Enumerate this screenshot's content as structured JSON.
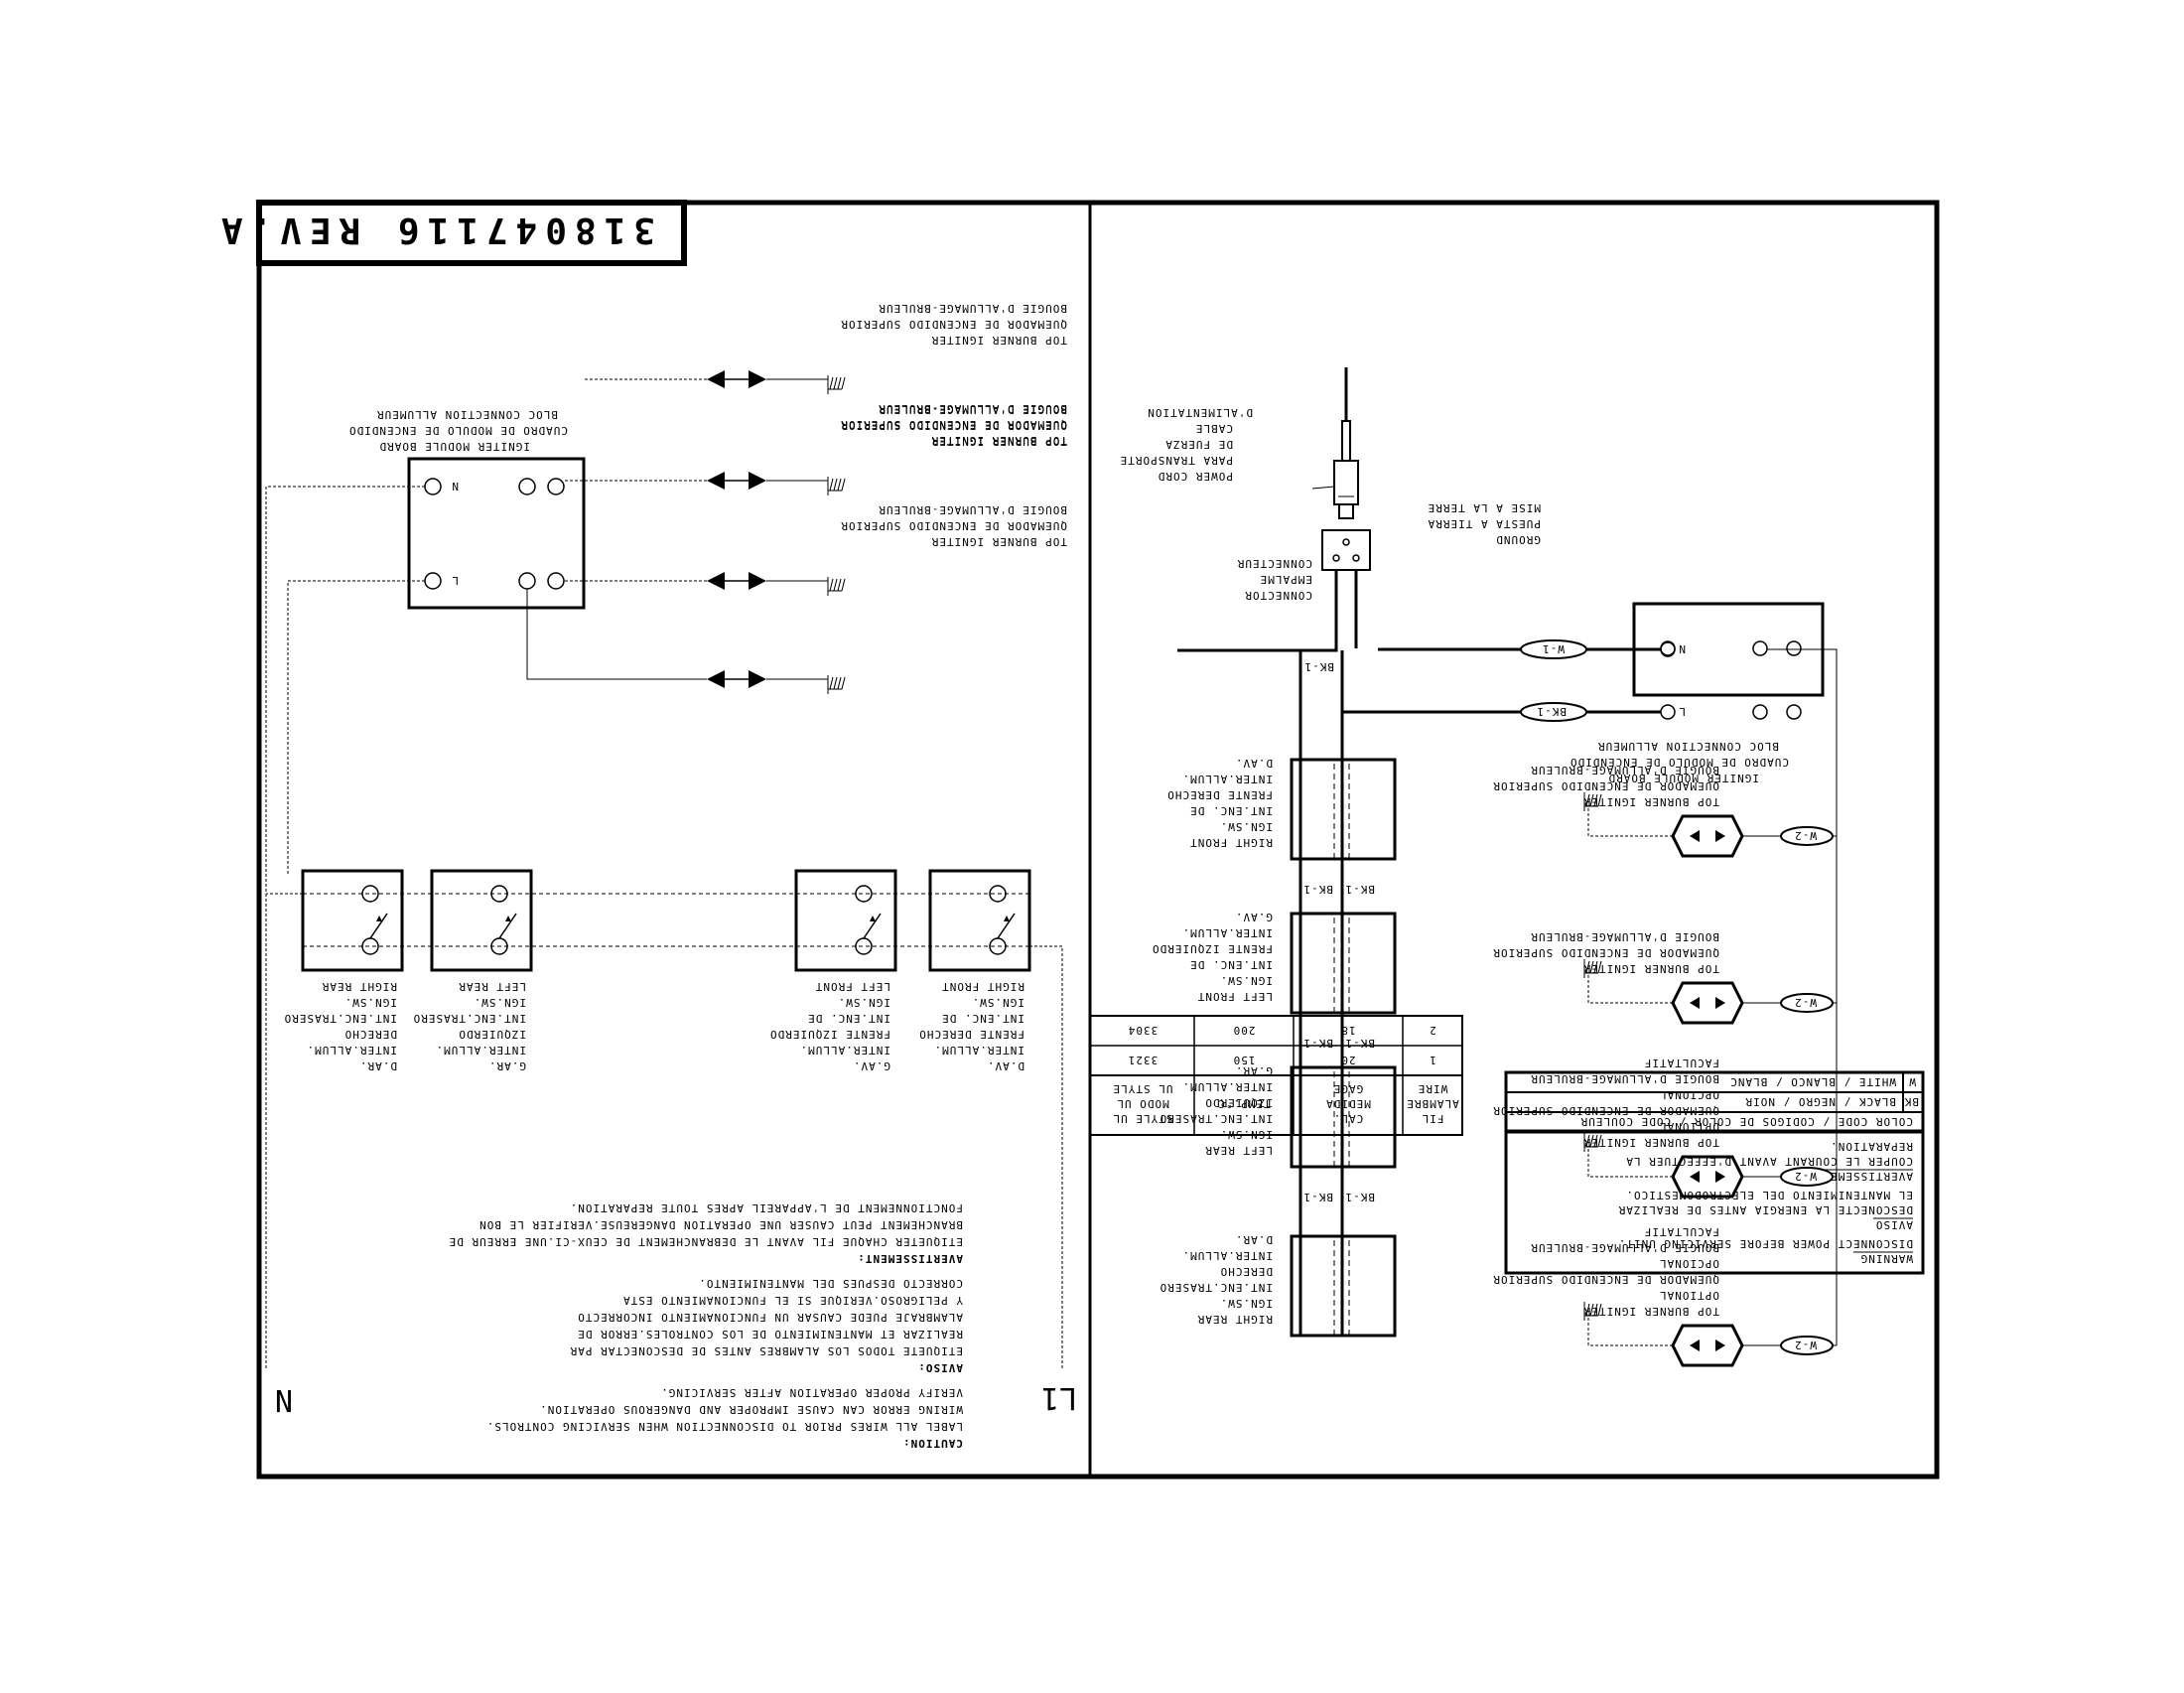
{
  "doc_number": "318047116 REV.A",
  "warning_box": {
    "warning": "WARNING",
    "warning_text": "DISCONNECT POWER BEFORE SERVICING UNIT.",
    "aviso": "AVISO",
    "aviso_lines": [
      "DESCONECTE LA ENERGIA ANTES DE REALIZAR",
      "EL MANTENIMIENTO DEL ELECTRODOMESTICO."
    ],
    "avert": "AVERTISSEMENT",
    "avert_lines": [
      "COUPER LE COURANT AVANT D'EFFECTUER LA",
      "REPARATION."
    ]
  },
  "color_codes": {
    "header": "COLOR CODE / CODIGOS DE COLOR / CODE COULEUR",
    "rows": [
      {
        "code": "BK",
        "desc": "BLACK  /  NEGRO / NOIR"
      },
      {
        "code": "W",
        "desc": "WHITE / BLANCO / BLANC"
      }
    ]
  },
  "wire_table": {
    "headers": [
      [
        "FIL",
        "ALAMBRE",
        "WIRE"
      ],
      [
        "CAL.",
        "MEDIDA",
        "GAGE"
      ],
      [
        "TEMP.°C"
      ],
      [
        "STYLE UL",
        "MODO UL",
        "UL STYLE"
      ]
    ],
    "rows": [
      [
        "1",
        "20",
        "150",
        "3321"
      ],
      [
        "2",
        "18",
        "200",
        "3304"
      ]
    ]
  },
  "right_panel": {
    "power_cord": [
      "POWER CORD",
      "PARA TRANSPORTE",
      "DE FUERZA",
      "CABLE",
      "D'ALIMENTATION"
    ],
    "ground": [
      "GROUND",
      "PUESTA A TIERRA",
      "MISE A LA TERRE"
    ],
    "connector": [
      "CONNECTOR",
      "EMPALME",
      "CONNECTEUR"
    ],
    "module": [
      "IGNITER MODULE BOARD",
      "CUADRO DE MODULO DE ENCENDIDO",
      "BLOC CONNECTION ALLUMEUR"
    ],
    "wire_labels": {
      "w1": "W-1",
      "bk1": "BK-1",
      "w2": "W-2"
    },
    "terminals": {
      "n": "N",
      "l": "L"
    },
    "switches": [
      [
        "RIGHT FRONT",
        "IGN.SW.",
        "INT.ENC. DE",
        "FRENTE DERECHO",
        "INTER.ALLUM.",
        "D.AV."
      ],
      [
        "LEFT FRONT",
        "IGN.SW.",
        "INT.ENC. DE",
        "FRENTE IZQUIERDO",
        "INTER.ALLUM.",
        "G.AV."
      ],
      [
        "LEFT REAR",
        "IGN.SW.",
        "INT.ENC.TRASERO",
        "IZQUIERDO",
        "INTER.ALLUM.",
        "G.AR."
      ],
      [
        "RIGHT REAR",
        "IGN.SW.",
        "INT.ENC.TRASERO",
        "DERECHO",
        "INTER.ALLUM.",
        "D.AR."
      ]
    ],
    "igniters": [
      [
        "TOP BURNER IGNITER",
        "QUEMADOR DE ENCENDIDO SUPERIOR",
        "BOUGIE D'ALLUMAGE-BRULEUR"
      ],
      [
        "TOP BURNER IGNITER",
        "QUEMADOR DE ENCENDIDO SUPERIOR",
        "BOUGIE D'ALLUMAGE-BRULEUR"
      ],
      [
        "TOP BURNER IGNITER",
        "OPTIONAL",
        "QUEMADOR DE ENCENDIDO SUPERIOR",
        "OPCIONAL",
        "BOUGIE D'ALLUMAGE-BRULEUR",
        "FACULTATIF"
      ],
      [
        "TOP BURNER IGNITER",
        "OPTIONAL",
        "QUEMADOR DE ENCENDIDO SUPERIOR",
        "OPCIONAL",
        "BOUGIE D'ALLUMAGE-BRULEUR",
        "FACULTATIF"
      ]
    ]
  },
  "left_panel": {
    "module": [
      "IGNITER MODULE BOARD",
      "CUADRO DE MODULO DE ENCENDIDO",
      "BLOC CONNECTION ALLUMEUR"
    ],
    "igniter": [
      "TOP BURNER IGNITER",
      "QUEMADOR DE ENCENDIDO SUPERIOR",
      "BOUGIE D'ALLUMAGE-BRULEUR"
    ],
    "terminals": {
      "n": "N",
      "l": "L"
    },
    "line_labels": {
      "n": "N",
      "l1": "L1"
    },
    "switches": [
      [
        "RIGHT FRONT",
        "IGN.SW.",
        "INT.ENC. DE",
        "FRENTE DERECHO",
        "INTER.ALLUM.",
        "D.AV."
      ],
      [
        "LEFT FRONT",
        "IGN.SW.",
        "INT.ENC. DE",
        "FRENTE IZQUIERDO",
        "INTER.ALLUM.",
        "G.AV."
      ],
      [
        "LEFT REAR",
        "IGN.SW.",
        "INT.ENC.TRASERO",
        "IZQUIERDO",
        "INTER.ALLUM.",
        "G.AR."
      ],
      [
        "RIGHT REAR",
        "IGN.SW.",
        "INT.ENC.TRASERO",
        "DERECHO",
        "INTER.ALLUM.",
        "D.AR."
      ]
    ],
    "caution": {
      "title": "CAUTION:",
      "lines": [
        "LABEL ALL WIRES PRIOR TO DISCONNECTION WHEN SERVICING CONTROLS.",
        "WIRING ERROR CAN CAUSE IMPROPER AND DANGEROUS OPERATION.",
        "VERIFY PROPER OPERATION AFTER SERVICING."
      ]
    },
    "aviso": {
      "title": "AVISO:",
      "lines": [
        "ETIQUETE TODOS LOS ALAMBRES ANTES DE DESCONECTAR PAR",
        "REALIZAR ET MANTENIMIENTO DE LOS CONTROLES.ERROR DE",
        "ALAMBRAJE PUEDE CAUSAR UN FUNCIONAMIENTO INCORRECTO",
        "Y PELIGROSO.VERIQUE SI EL FUNCIONAMIENTO ESTA",
        "CORRECTO DESPUES DEL MANTENIMIENTO."
      ]
    },
    "avert": {
      "title": "AVERTISSEMENT:",
      "lines": [
        "ETIQUETER CHAQUE FIL AVANT LE DEBRANCHEMENT DE CEUX-CI.UNE ERREUR DE",
        "BRANCHEMENT PEUT CAUSER UNE OPERATION DANGEREUSE.VERIFIER LE BON",
        "FONCTIONNEMENT DE L'APPAREIL APRES TOUTE REPARATION."
      ]
    }
  }
}
